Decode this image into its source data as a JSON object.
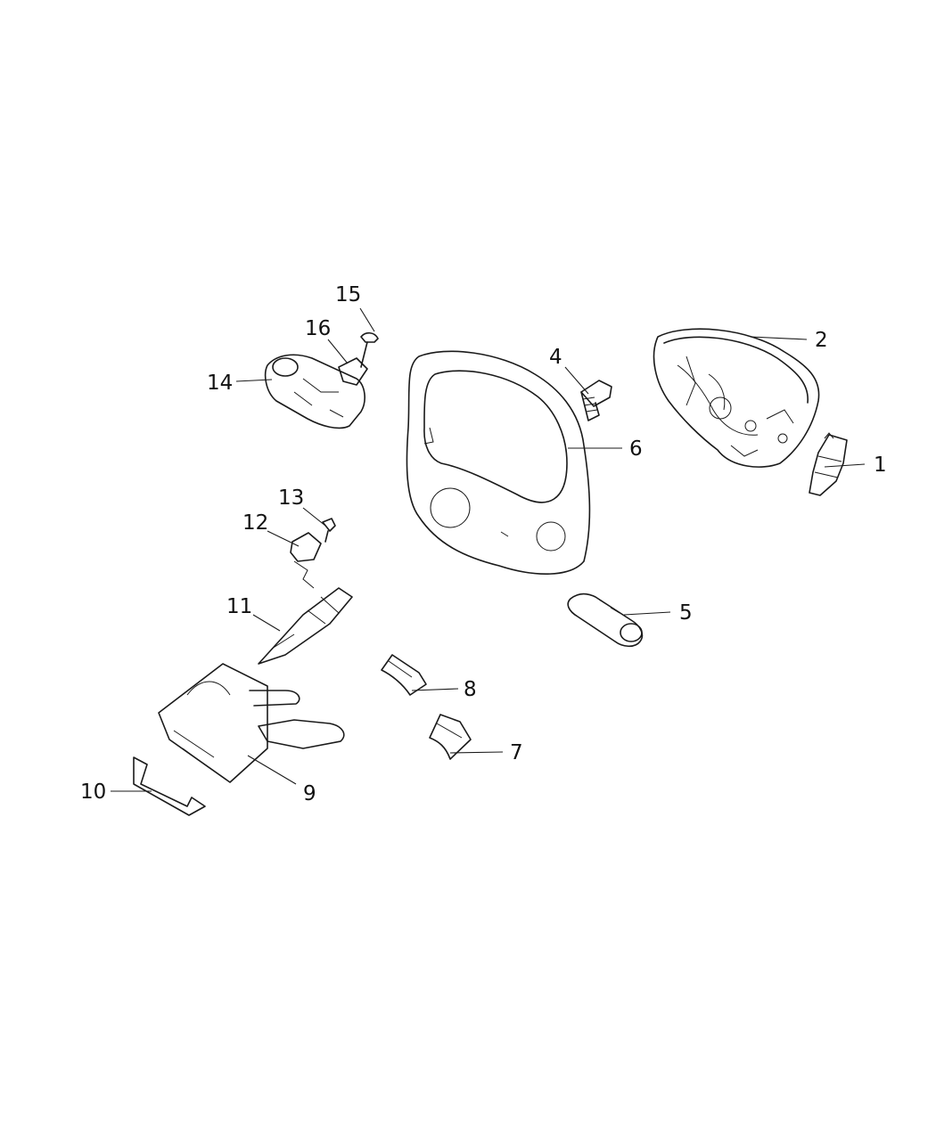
{
  "diagram": {
    "type": "exploded-parts-diagram",
    "callouts": [
      {
        "id": "1",
        "label": "1",
        "part": "switch-module-icon"
      },
      {
        "id": "2",
        "label": "2",
        "part": "airbag-module-icon"
      },
      {
        "id": "4",
        "label": "4",
        "part": "screw-icon"
      },
      {
        "id": "5",
        "label": "5",
        "part": "cylinder-switch-icon"
      },
      {
        "id": "6",
        "label": "6",
        "part": "steering-wheel-icon"
      },
      {
        "id": "7",
        "label": "7",
        "part": "trim-cover-icon"
      },
      {
        "id": "8",
        "label": "8",
        "part": "trim-cover-icon"
      },
      {
        "id": "9",
        "label": "9",
        "part": "column-switch-assembly-icon"
      },
      {
        "id": "10",
        "label": "10",
        "part": "bracket-icon"
      },
      {
        "id": "11",
        "label": "11",
        "part": "wiring-connector-icon"
      },
      {
        "id": "12",
        "label": "12",
        "part": "connector-icon"
      },
      {
        "id": "13",
        "label": "13",
        "part": "clip-icon"
      },
      {
        "id": "14",
        "label": "14",
        "part": "clockspring-icon"
      },
      {
        "id": "15",
        "label": "15",
        "part": "clip-icon"
      },
      {
        "id": "16",
        "label": "16",
        "part": "connector-icon"
      }
    ]
  }
}
